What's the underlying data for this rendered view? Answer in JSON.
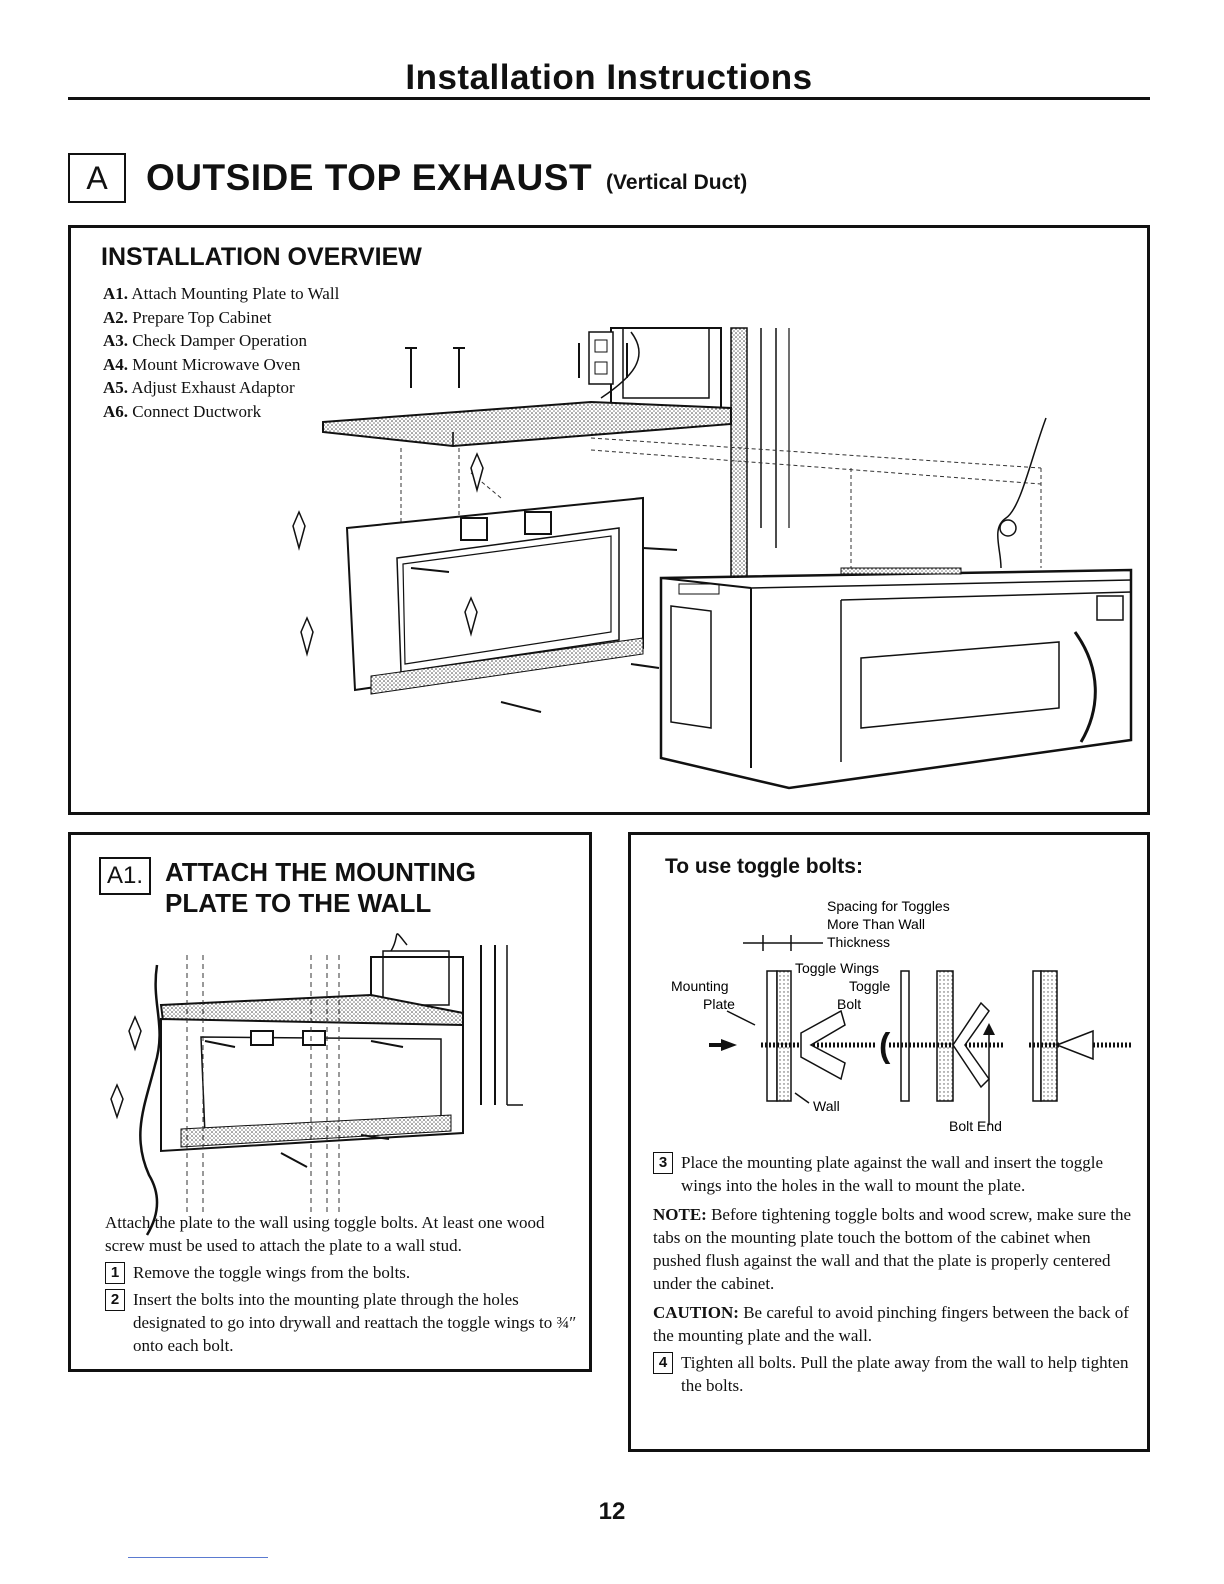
{
  "header": {
    "title": "Installation Instructions"
  },
  "section": {
    "letter": "A",
    "title": "OUTSIDE TOP EXHAUST",
    "subtitle": "(Vertical Duct)"
  },
  "overview": {
    "heading": "INSTALLATION OVERVIEW",
    "steps": [
      {
        "id": "A1.",
        "text": "Attach Mounting Plate to Wall"
      },
      {
        "id": "A2.",
        "text": "Prepare Top Cabinet"
      },
      {
        "id": "A3.",
        "text": "Check Damper Operation"
      },
      {
        "id": "A4.",
        "text": "Mount Microwave Oven"
      },
      {
        "id": "A5.",
        "text": "Adjust Exhaust Adaptor"
      },
      {
        "id": "A6.",
        "text": "Connect Ductwork"
      }
    ]
  },
  "a1": {
    "id": "A1.",
    "title_line1": "ATTACH THE MOUNTING",
    "title_line2": "PLATE TO THE WALL",
    "intro": "Attach the plate to the wall using toggle bolts. At least one wood screw must be used to attach the plate to a wall stud.",
    "steps": [
      {
        "num": "1",
        "text": "Remove the toggle wings from the bolts."
      },
      {
        "num": "2",
        "text": "Insert the bolts into the mounting plate through the holes designated to go into drywall and reattach the toggle wings to ¾″ onto each bolt."
      }
    ]
  },
  "toggle": {
    "heading": "To use toggle bolts:",
    "labels": {
      "spacing1": "Spacing for Toggles",
      "spacing2": "More Than Wall",
      "spacing3": "Thickness",
      "wings": "Toggle Wings",
      "toggle": "Toggle",
      "bolt": "Bolt",
      "mounting": "Mounting",
      "plate": "Plate",
      "wall": "Wall",
      "bolt_end": "Bolt End"
    },
    "step3": {
      "num": "3",
      "text": "Place the mounting plate against the wall and insert the toggle wings into the holes in the wall to mount the plate."
    },
    "note_label": "NOTE:",
    "note_text": "Before tightening toggle bolts and wood screw, make sure the tabs on the mounting plate touch the bottom of the cabinet when pushed flush against the wall and that the plate is properly centered under the cabinet.",
    "caution_label": "CAUTION:",
    "caution_text": "Be careful to avoid pinching fingers between the back of the mounting plate and the wall.",
    "step4": {
      "num": "4",
      "text": "Tighten all bolts. Pull the plate away from the wall to help tighten the bolts."
    }
  },
  "footer": {
    "page_number": "12"
  }
}
